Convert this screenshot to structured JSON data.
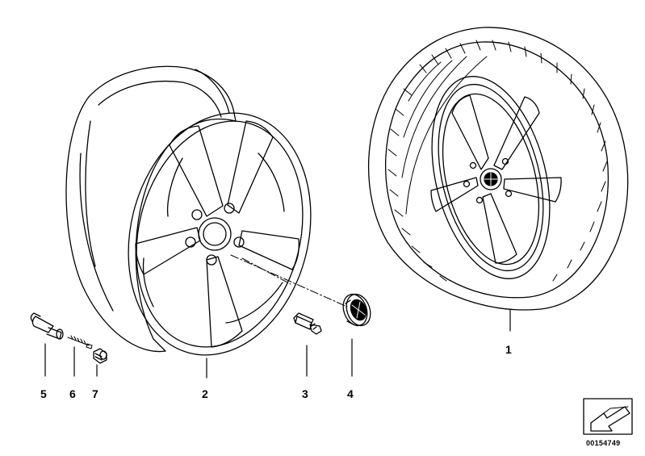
{
  "diagram": {
    "callouts": [
      {
        "id": "1",
        "label": "1"
      },
      {
        "id": "2",
        "label": "2"
      },
      {
        "id": "3",
        "label": "3"
      },
      {
        "id": "4",
        "label": "4"
      },
      {
        "id": "5",
        "label": "5"
      },
      {
        "id": "6",
        "label": "6"
      },
      {
        "id": "7",
        "label": "7"
      }
    ],
    "document_number": "00154749",
    "icons": [
      "rim-side-view",
      "complete-wheel-with-tire",
      "wheel-bolt",
      "hub-cap-emblem",
      "valve",
      "valve-insert",
      "valve-cap",
      "note-arrow-icon"
    ]
  }
}
